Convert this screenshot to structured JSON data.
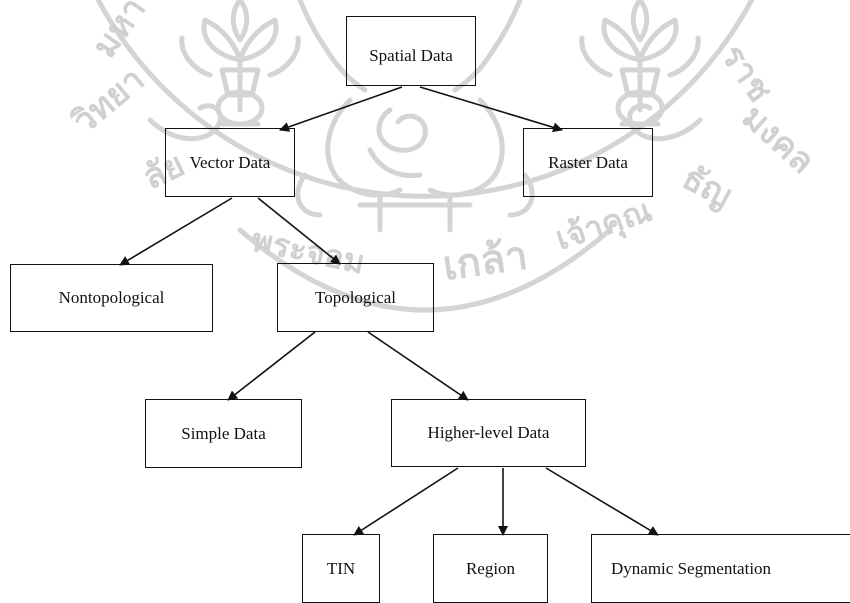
{
  "diagram": {
    "nodes": {
      "spatial_data": "Spatial Data",
      "vector_data": "Vector Data",
      "raster_data": "Raster Data",
      "nontopological": "Nontopological",
      "topological": "Topological",
      "simple_data": "Simple Data",
      "higher_level_data": "Higher-level Data",
      "tin": "TIN",
      "region": "Region",
      "dynamic_segmentation": "Dynamic Segmentation"
    },
    "edges": [
      [
        "spatial_data",
        "vector_data"
      ],
      [
        "spatial_data",
        "raster_data"
      ],
      [
        "vector_data",
        "nontopological"
      ],
      [
        "vector_data",
        "topological"
      ],
      [
        "topological",
        "simple_data"
      ],
      [
        "topological",
        "higher_level_data"
      ],
      [
        "higher_level_data",
        "tin"
      ],
      [
        "higher_level_data",
        "region"
      ],
      [
        "higher_level_data",
        "dynamic_segmentation"
      ]
    ]
  },
  "watermark": {
    "type": "university-seal",
    "color": "#d6d6d6"
  }
}
